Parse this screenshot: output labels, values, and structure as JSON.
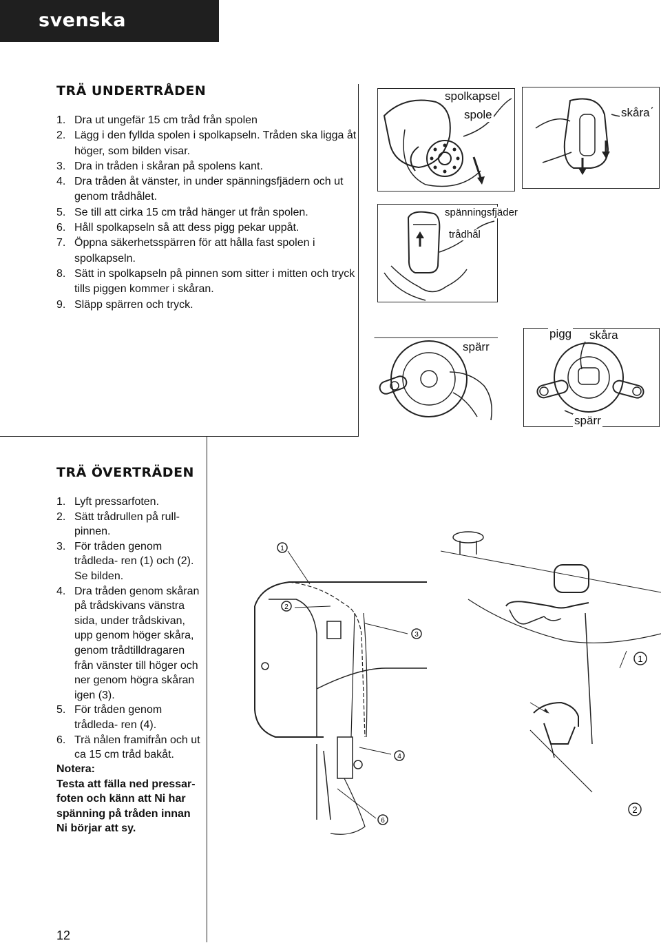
{
  "header": {
    "language": "svenska"
  },
  "section1": {
    "title": "TRÄ UNDERTRÅDEN",
    "steps": [
      {
        "num": "1.",
        "text": "Dra ut ungefär 15 cm tråd från spolen"
      },
      {
        "num": "2.",
        "text": "Lägg i den fyllda spolen i spolkapseln. Tråden ska ligga åt höger, som bilden visar."
      },
      {
        "num": "3.",
        "text": "Dra in tråden i skåran på spolens kant."
      },
      {
        "num": "4.",
        "text": "Dra tråden åt vänster, in under spänningsfjädern och ut genom trådhålet."
      },
      {
        "num": "5.",
        "text": "Se till att cirka 15 cm tråd hänger ut från spolen."
      },
      {
        "num": "6.",
        "text": "Håll spolkapseln så att dess pigg pekar uppåt."
      },
      {
        "num": "7.",
        "text": "Öppna säkerhetsspärren för att hålla fast spolen i spolkapseln."
      },
      {
        "num": "8.",
        "text": "Sätt in spolkapseln på pinnen som sitter i mitten och tryck tills piggen kommer i skåran."
      },
      {
        "num": "9.",
        "text": "Släpp spärren och tryck."
      }
    ]
  },
  "figure_labels": {
    "spolkapsel": "spolkapsel",
    "spole": "spole",
    "skara_top": "skåra",
    "spanningsfjader": "spänningsfjäder",
    "tradhal": "trådhål",
    "sparr_left": "spärr",
    "pigg": "pigg",
    "skara_bottom": "skåra",
    "sparr_bottom": "spärr"
  },
  "section2": {
    "title": "TRÄ ÖVERTRÄDEN",
    "steps": [
      {
        "num": "1.",
        "text": "Lyft pressarfoten."
      },
      {
        "num": "2.",
        "text": "Sätt trådrullen på rull- pinnen."
      },
      {
        "num": "3.",
        "text": "För tråden genom trådleda- ren (1) och (2). Se bilden."
      },
      {
        "num": "4.",
        "text": "Dra tråden genom skåran på trådskivans vänstra sida, under trådskivan, upp genom höger skåra, genom trådtilldragaren från vänster till höger och ner genom högra skåran igen (3)."
      },
      {
        "num": "5.",
        "text": "För tråden genom trådleda- ren (4)."
      },
      {
        "num": "6.",
        "text": "Trä nålen framifrån och ut ca 15 cm tråd bakåt."
      }
    ]
  },
  "note": {
    "heading": "Notera:",
    "text": "Testa att fälla ned pressar- foten och känn att Ni har spänning på tråden innan Ni börjar att sy."
  },
  "callouts": {
    "c1": "1",
    "c2": "2",
    "c3": "3",
    "c4": "4",
    "c6": "6",
    "detail1": "1",
    "detail2": "2"
  },
  "page_number": "12"
}
